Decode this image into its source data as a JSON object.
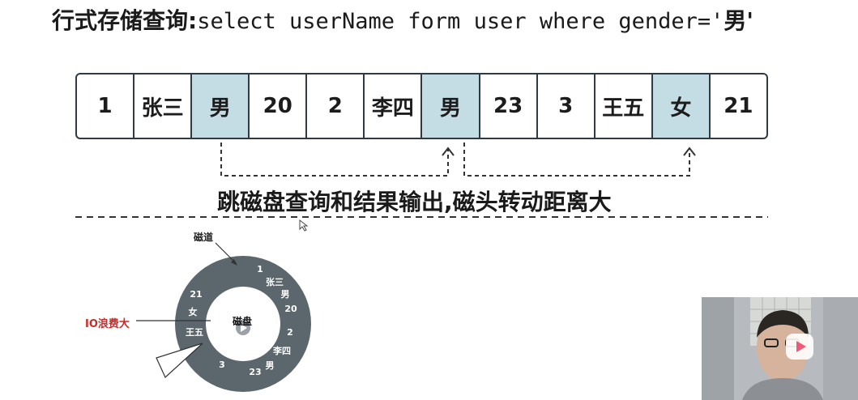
{
  "title": {
    "prefix": "行式存储查询:",
    "sql": "select userName form user where gender='",
    "last": "男'"
  },
  "row_cells": [
    {
      "text": "1",
      "highlight": false
    },
    {
      "text": "张三",
      "highlight": false
    },
    {
      "text": "男",
      "highlight": true
    },
    {
      "text": "20",
      "highlight": false
    },
    {
      "text": "2",
      "highlight": false
    },
    {
      "text": "李四",
      "highlight": false
    },
    {
      "text": "男",
      "highlight": true
    },
    {
      "text": "23",
      "highlight": false
    },
    {
      "text": "3",
      "highlight": false
    },
    {
      "text": "王五",
      "highlight": false
    },
    {
      "text": "女",
      "highlight": true
    },
    {
      "text": "21",
      "highlight": false
    }
  ],
  "jump_text": "跳磁盘查询和结果输出,磁头转动距离大",
  "disk": {
    "track_label": "磁道",
    "center_label": "磁盘",
    "io_label": "IO浪费大",
    "ring_items": [
      "1",
      "张三",
      "男",
      "20",
      "2",
      "李四",
      "男",
      "23",
      "3",
      "王五",
      "女",
      "21"
    ]
  },
  "colors": {
    "highlight": "#c4dde5",
    "border": "#2e3a44",
    "disk_ring": "#5b666d",
    "io_label": "#cc2a2a"
  }
}
